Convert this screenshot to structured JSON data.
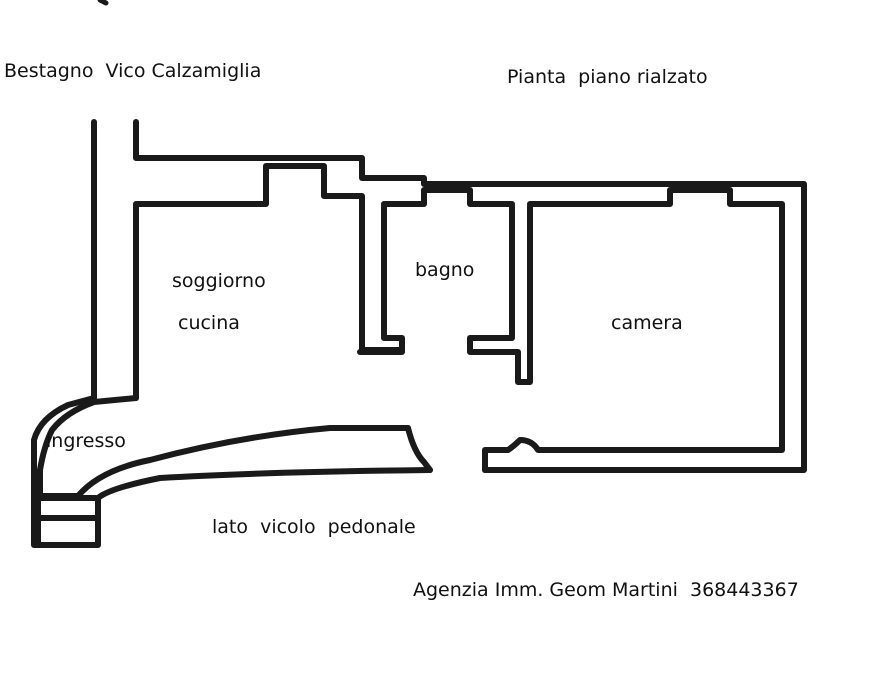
{
  "header": {
    "location": "Bestagno  Vico Calzamiglia",
    "plan_title": "Pianta  piano rialzato"
  },
  "rooms": {
    "living": "soggiorno",
    "kitchen": "cucina",
    "bathroom": "bagno",
    "bedroom": "camera",
    "entrance": "ingresso"
  },
  "side_label": "lato  vicolo  pedonale",
  "agency": "Agenzia Imm. Geom Martini  368443367"
}
